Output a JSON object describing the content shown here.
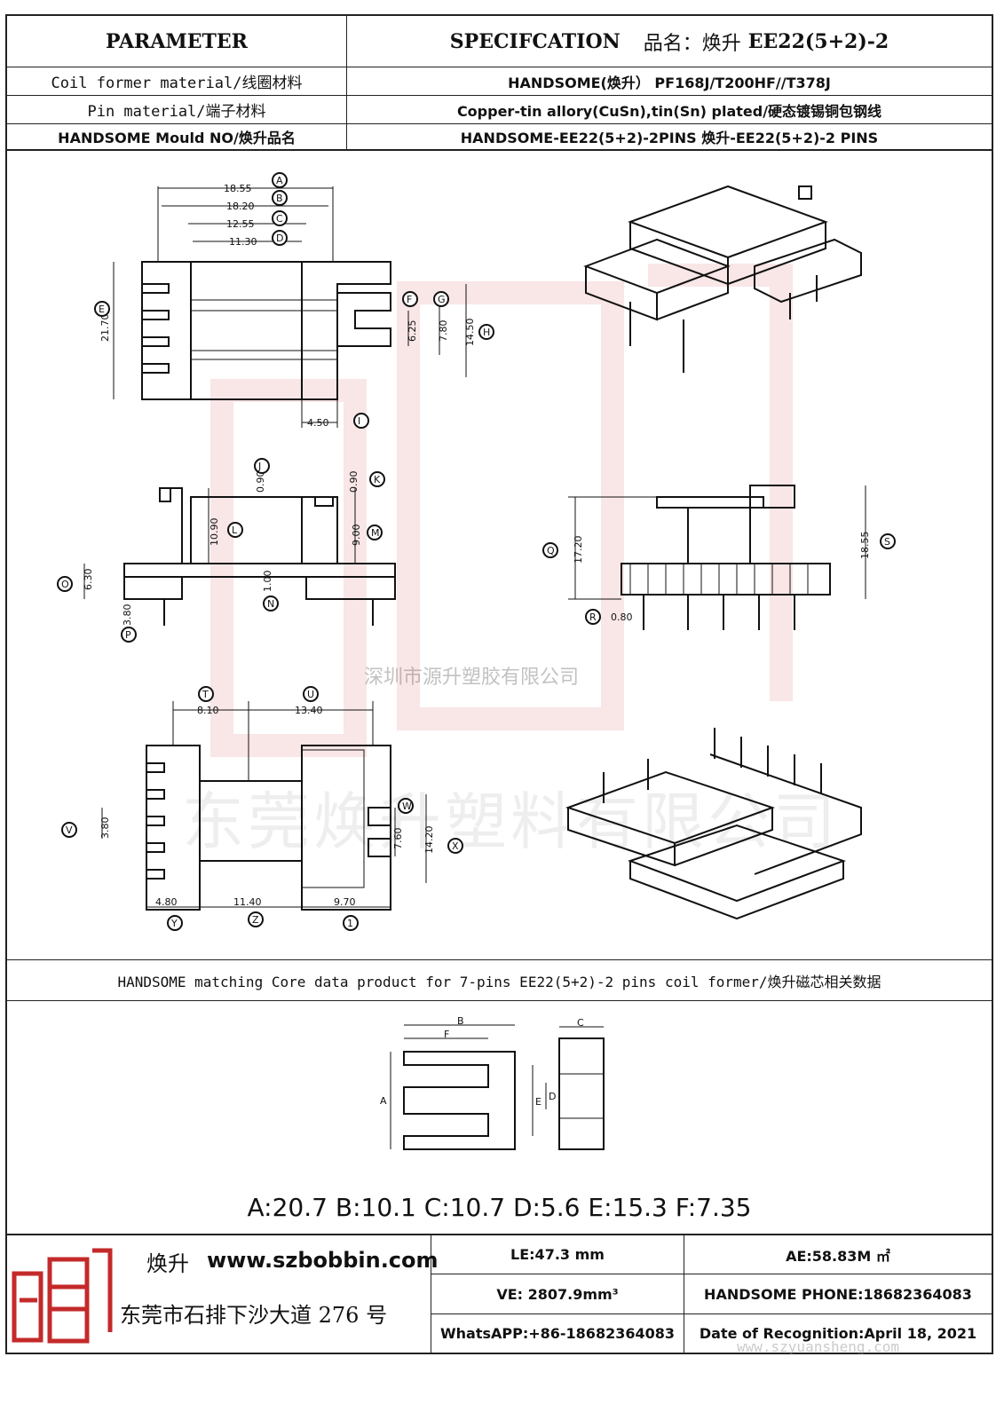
{
  "header": {
    "parameter": "PARAMETER",
    "specification": "SPECIFCATION",
    "name_label": "品名：焕升",
    "part_no": "EE22(5+2)-2"
  },
  "rows": [
    {
      "label": "Coil former material/线圈材料",
      "value": "HANDSOME(焕升）  PF168J/T200HF//T378J"
    },
    {
      "label": "Pin material/端子材料",
      "value": "Copper-tin allory(CuSn),tin(Sn) plated/硬态镀锡铜包钢线"
    },
    {
      "label": "HANDSOME Mould NO/焕升品名",
      "value": "HANDSOME-EE22(5+2)-2PINS   焕升-EE22(5+2)-2 PINS"
    }
  ],
  "dimensions": {
    "a": "18.55",
    "b": "18.20",
    "c": "12.55",
    "d": "11.30",
    "e": "21.70",
    "f": "6.25",
    "g": "7.80",
    "h": "14.50",
    "i": "4.50",
    "j": "0.90",
    "k": "0.90",
    "l": "10.90",
    "m": "9.00",
    "n": "1.00",
    "o": "6.30",
    "p": "3.80",
    "q": "17.20",
    "r": "0.80",
    "s": "18.55",
    "t": "8.10",
    "u": "13.40",
    "v": "3.80",
    "w": "7.60",
    "x": "14.20",
    "y": "4.80",
    "z": "11.40",
    "one": "9.70"
  },
  "watermark": {
    "company_cn": "深圳市源升塑胶有限公司",
    "company_dg": "东莞焕升塑料有限公司"
  },
  "core": {
    "title": "HANDSOME matching Core data  product for 7-pins EE22(5+2)-2 pins coil former/焕升磁芯相关数据",
    "values": "A:20.7 B:10.1 C:10.7 D:5.6 E:15.3 F:7.35",
    "labels": {
      "a": "A",
      "b": "B",
      "c": "C",
      "d": "D",
      "e": "E",
      "f": "F"
    }
  },
  "footer": {
    "brand": "焕升",
    "website": "www.szbobbin.com",
    "address": "东莞市石排下沙大道 276 号",
    "le": "LE:47.3 mm",
    "ae": "AE:58.83M ㎡",
    "ve": "VE: 2807.9mm³",
    "phone": "HANDSOME PHONE:18682364083",
    "whatsapp": "WhatsAPP:+86-18682364083",
    "date": "Date of Recognition:April 18, 2021",
    "url_wm": "www.szyuansheng.com"
  },
  "colors": {
    "logo_red": "#c42a2a",
    "border": "#222222"
  }
}
